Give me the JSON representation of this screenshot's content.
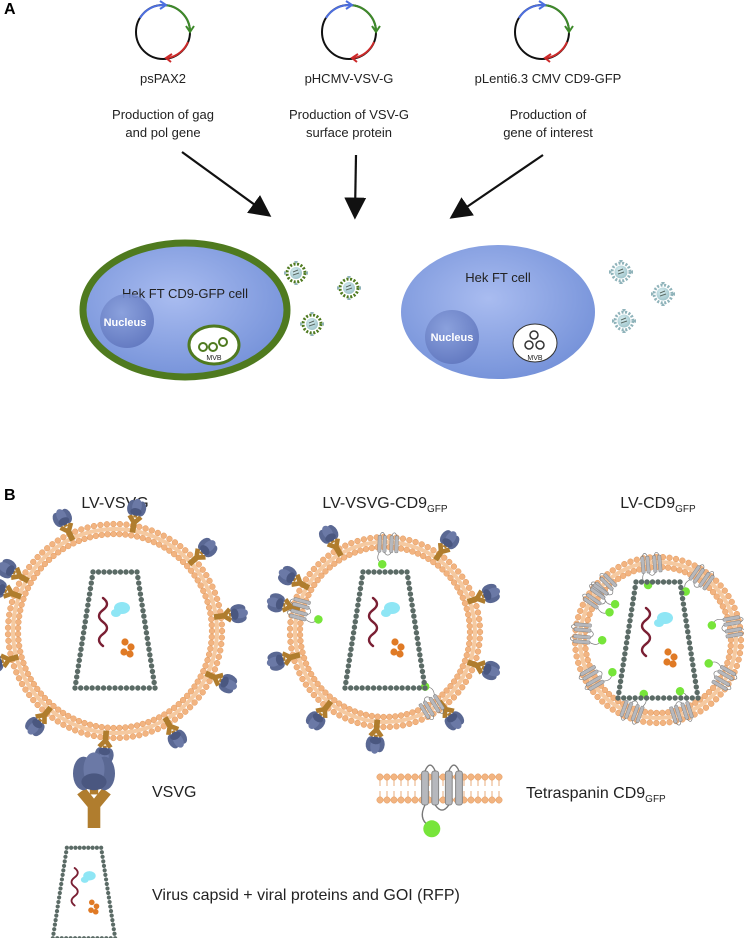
{
  "panel_a": {
    "label": "A",
    "plasmids": [
      {
        "name": "psPAX2",
        "desc_line1": "Production of gag",
        "desc_line2": "and pol gene"
      },
      {
        "name": "pHCMV-VSV-G",
        "desc_line1": "Production of VSV-G",
        "desc_line2": "surface protein"
      },
      {
        "name": "pLenti6.3 CMV CD9-GFP",
        "desc_line1": "Production of",
        "desc_line2": "gene of interest"
      }
    ],
    "cells": [
      {
        "title": "Hek FT CD9-GFP cell",
        "nucleus": "Nucleus",
        "mvb": "MVB"
      },
      {
        "title": "Hek FT cell",
        "nucleus": "Nucleus",
        "mvb": "MVB"
      }
    ]
  },
  "panel_b": {
    "label": "B",
    "particles": [
      {
        "name": "LV-VSVG",
        "sub": ""
      },
      {
        "name": "LV-VSVG-CD9",
        "sub": "GFP"
      },
      {
        "name": "LV-CD9",
        "sub": "GFP"
      }
    ],
    "legend": {
      "vsvg": "VSVG",
      "tetraspanin": "Tetraspanin CD9",
      "tetraspanin_sub": "GFP",
      "capsid": "Virus capsid + viral proteins and GOI (RFP)"
    }
  },
  "colors": {
    "cell_fill": "#7f97dd",
    "cell_border_gfp": "#4f7a1f",
    "nucleus": "#6b80c4",
    "membrane_orange": "#f2b481",
    "vsvg_stem": "#b07d2e",
    "vsvg_head": "#5a6893",
    "capsid_dot": "#5b6b66",
    "rna": "#7a1f33",
    "protein_cyan": "#8fe6f5",
    "protein_orange": "#e07a25",
    "gfp_green": "#77e53a",
    "tetraspanin_gray": "#b6b8bd"
  }
}
